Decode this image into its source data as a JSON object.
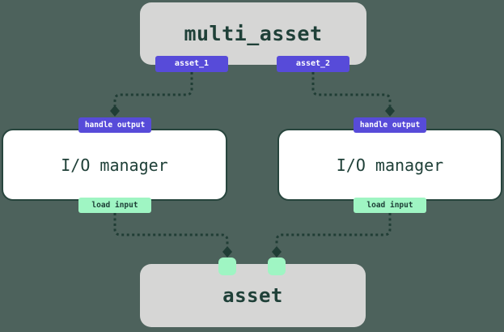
{
  "colors": {
    "background": "#4d625c",
    "box_gray": "#d6d6d5",
    "box_white": "#ffffff",
    "border_dark": "#27453d",
    "text_dark": "#1f4038",
    "tag_purple": "#574bd9",
    "tag_green": "#9ff5c3",
    "tag_text_light": "#ffffff",
    "connector": "#203d35"
  },
  "nodes": {
    "multi_asset": {
      "label": "multi_asset",
      "outputs": [
        {
          "label": "asset_1"
        },
        {
          "label": "asset_2"
        }
      ]
    },
    "io_manager_left": {
      "label": "I/O manager",
      "top_tag": "handle output",
      "bottom_tag": "load input"
    },
    "io_manager_right": {
      "label": "I/O manager",
      "top_tag": "handle output",
      "bottom_tag": "load input"
    },
    "asset": {
      "label": "asset"
    }
  }
}
